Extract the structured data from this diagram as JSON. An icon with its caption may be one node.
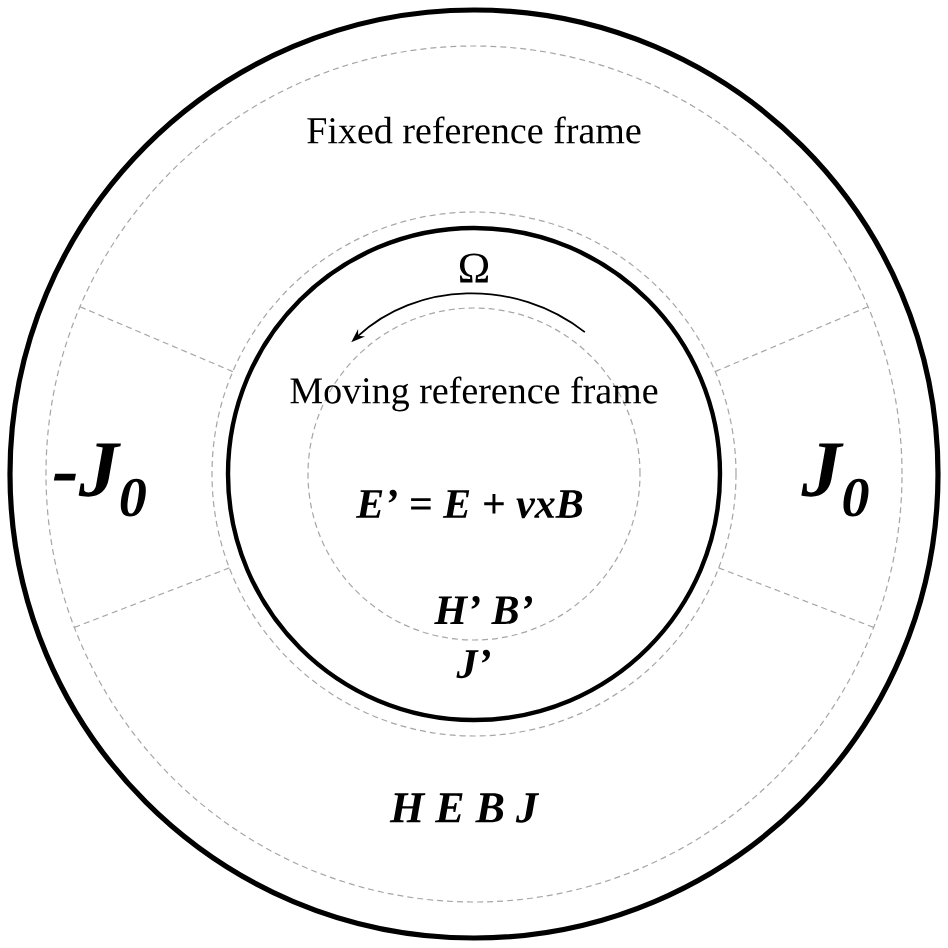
{
  "diagram": {
    "nodes": [
      {
        "text": [
          "Fixed reference frame",
          "-J$_{0}$",
          "J$_{0}$",
          "H  E  B  J"
        ]
      },
      {
        "text": [
          "Moving reference frame",
          "E’ = E + vxB",
          "H’  B’",
          "J’"
        ],
        "in": 0
      }
    ],
    "labels": [
      "Ω"
    ]
  }
}
